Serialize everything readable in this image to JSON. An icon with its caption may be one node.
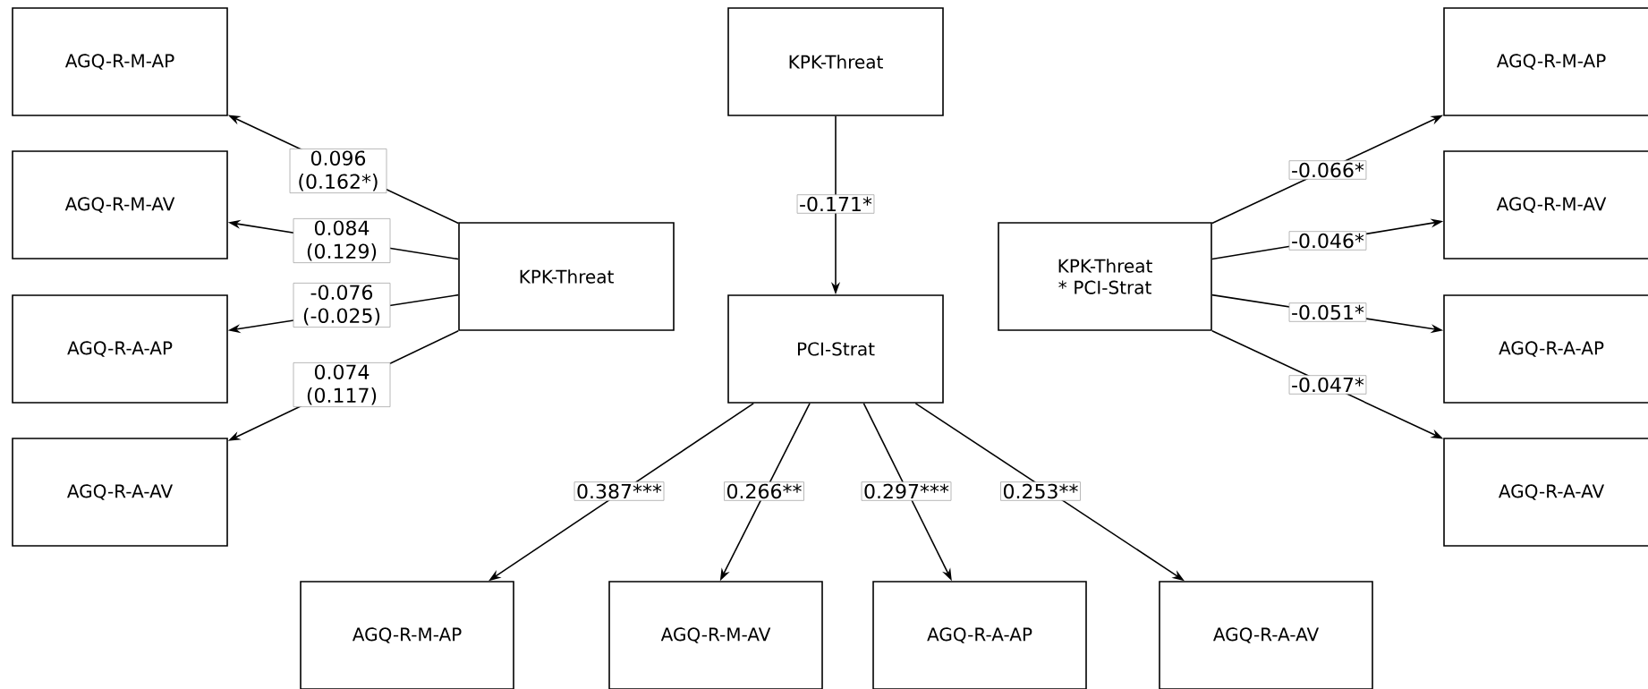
{
  "diagram": {
    "nodes": [
      {
        "text": [
          "AGQ-R-M-AP"
        ]
      },
      {
        "text": [
          "AGQ-R-M-AV"
        ]
      },
      {
        "text": [
          "AGQ-R-A-AP"
        ]
      },
      {
        "text": [
          "AGQ-R-A-AV"
        ]
      },
      {
        "text": [
          "KPK-Threat"
        ]
      },
      {
        "text": [
          "KPK-Threat"
        ]
      },
      {
        "text": [
          "PCI-Strat"
        ]
      },
      {
        "text": [
          "KPK-Threat * PCI-Strat"
        ]
      },
      {
        "text": [
          "AGQ-R-M-AP"
        ]
      },
      {
        "text": [
          "AGQ-R-M-AV"
        ]
      },
      {
        "text": [
          "AGQ-R-A-AP"
        ]
      },
      {
        "text": [
          "AGQ-R-A-AV"
        ]
      },
      {
        "text": [
          "AGQ-R-M-AP"
        ]
      },
      {
        "text": [
          "AGQ-R-M-AV"
        ]
      },
      {
        "text": [
          "AGQ-R-A-AP"
        ]
      },
      {
        "text": [
          "AGQ-R-A-AV"
        ]
      }
    ],
    "edges": [
      {
        "from": 4,
        "to": 0,
        "arrow": "to",
        "label": "0.096 (0.162*)"
      },
      {
        "from": 4,
        "to": 1,
        "arrow": "to",
        "label": "0.084 (0.129)"
      },
      {
        "from": 4,
        "to": 2,
        "arrow": "to",
        "label": "-0.076 (-0.025)"
      },
      {
        "from": 4,
        "to": 3,
        "arrow": "to",
        "label": "0.074 (0.117)"
      },
      {
        "from": 5,
        "to": 6,
        "arrow": "to",
        "label": "-0.171*"
      },
      {
        "from": 6,
        "to": 12,
        "arrow": "to",
        "label": "0.387***"
      },
      {
        "from": 6,
        "to": 13,
        "arrow": "to",
        "label": "0.266**"
      },
      {
        "from": 6,
        "to": 14,
        "arrow": "to",
        "label": "0.297***"
      },
      {
        "from": 6,
        "to": 15,
        "arrow": "to",
        "label": "0.253**"
      },
      {
        "from": 7,
        "to": 8,
        "arrow": "to",
        "label": "-0.066*"
      },
      {
        "from": 7,
        "to": 9,
        "arrow": "to",
        "label": "-0.046*"
      },
      {
        "from": 7,
        "to": 10,
        "arrow": "to",
        "label": "-0.051*"
      },
      {
        "from": 7,
        "to": 11,
        "arrow": "to",
        "label": "-0.047*"
      }
    ]
  }
}
